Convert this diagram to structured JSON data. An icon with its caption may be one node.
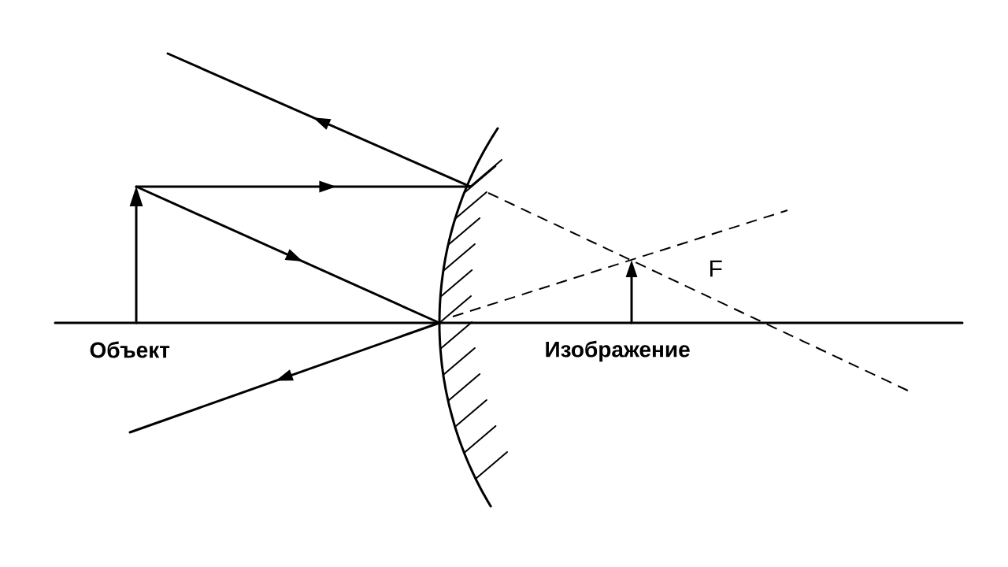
{
  "diagram": {
    "labels": [
      "Объект",
      "Изображение",
      "F"
    ]
  }
}
